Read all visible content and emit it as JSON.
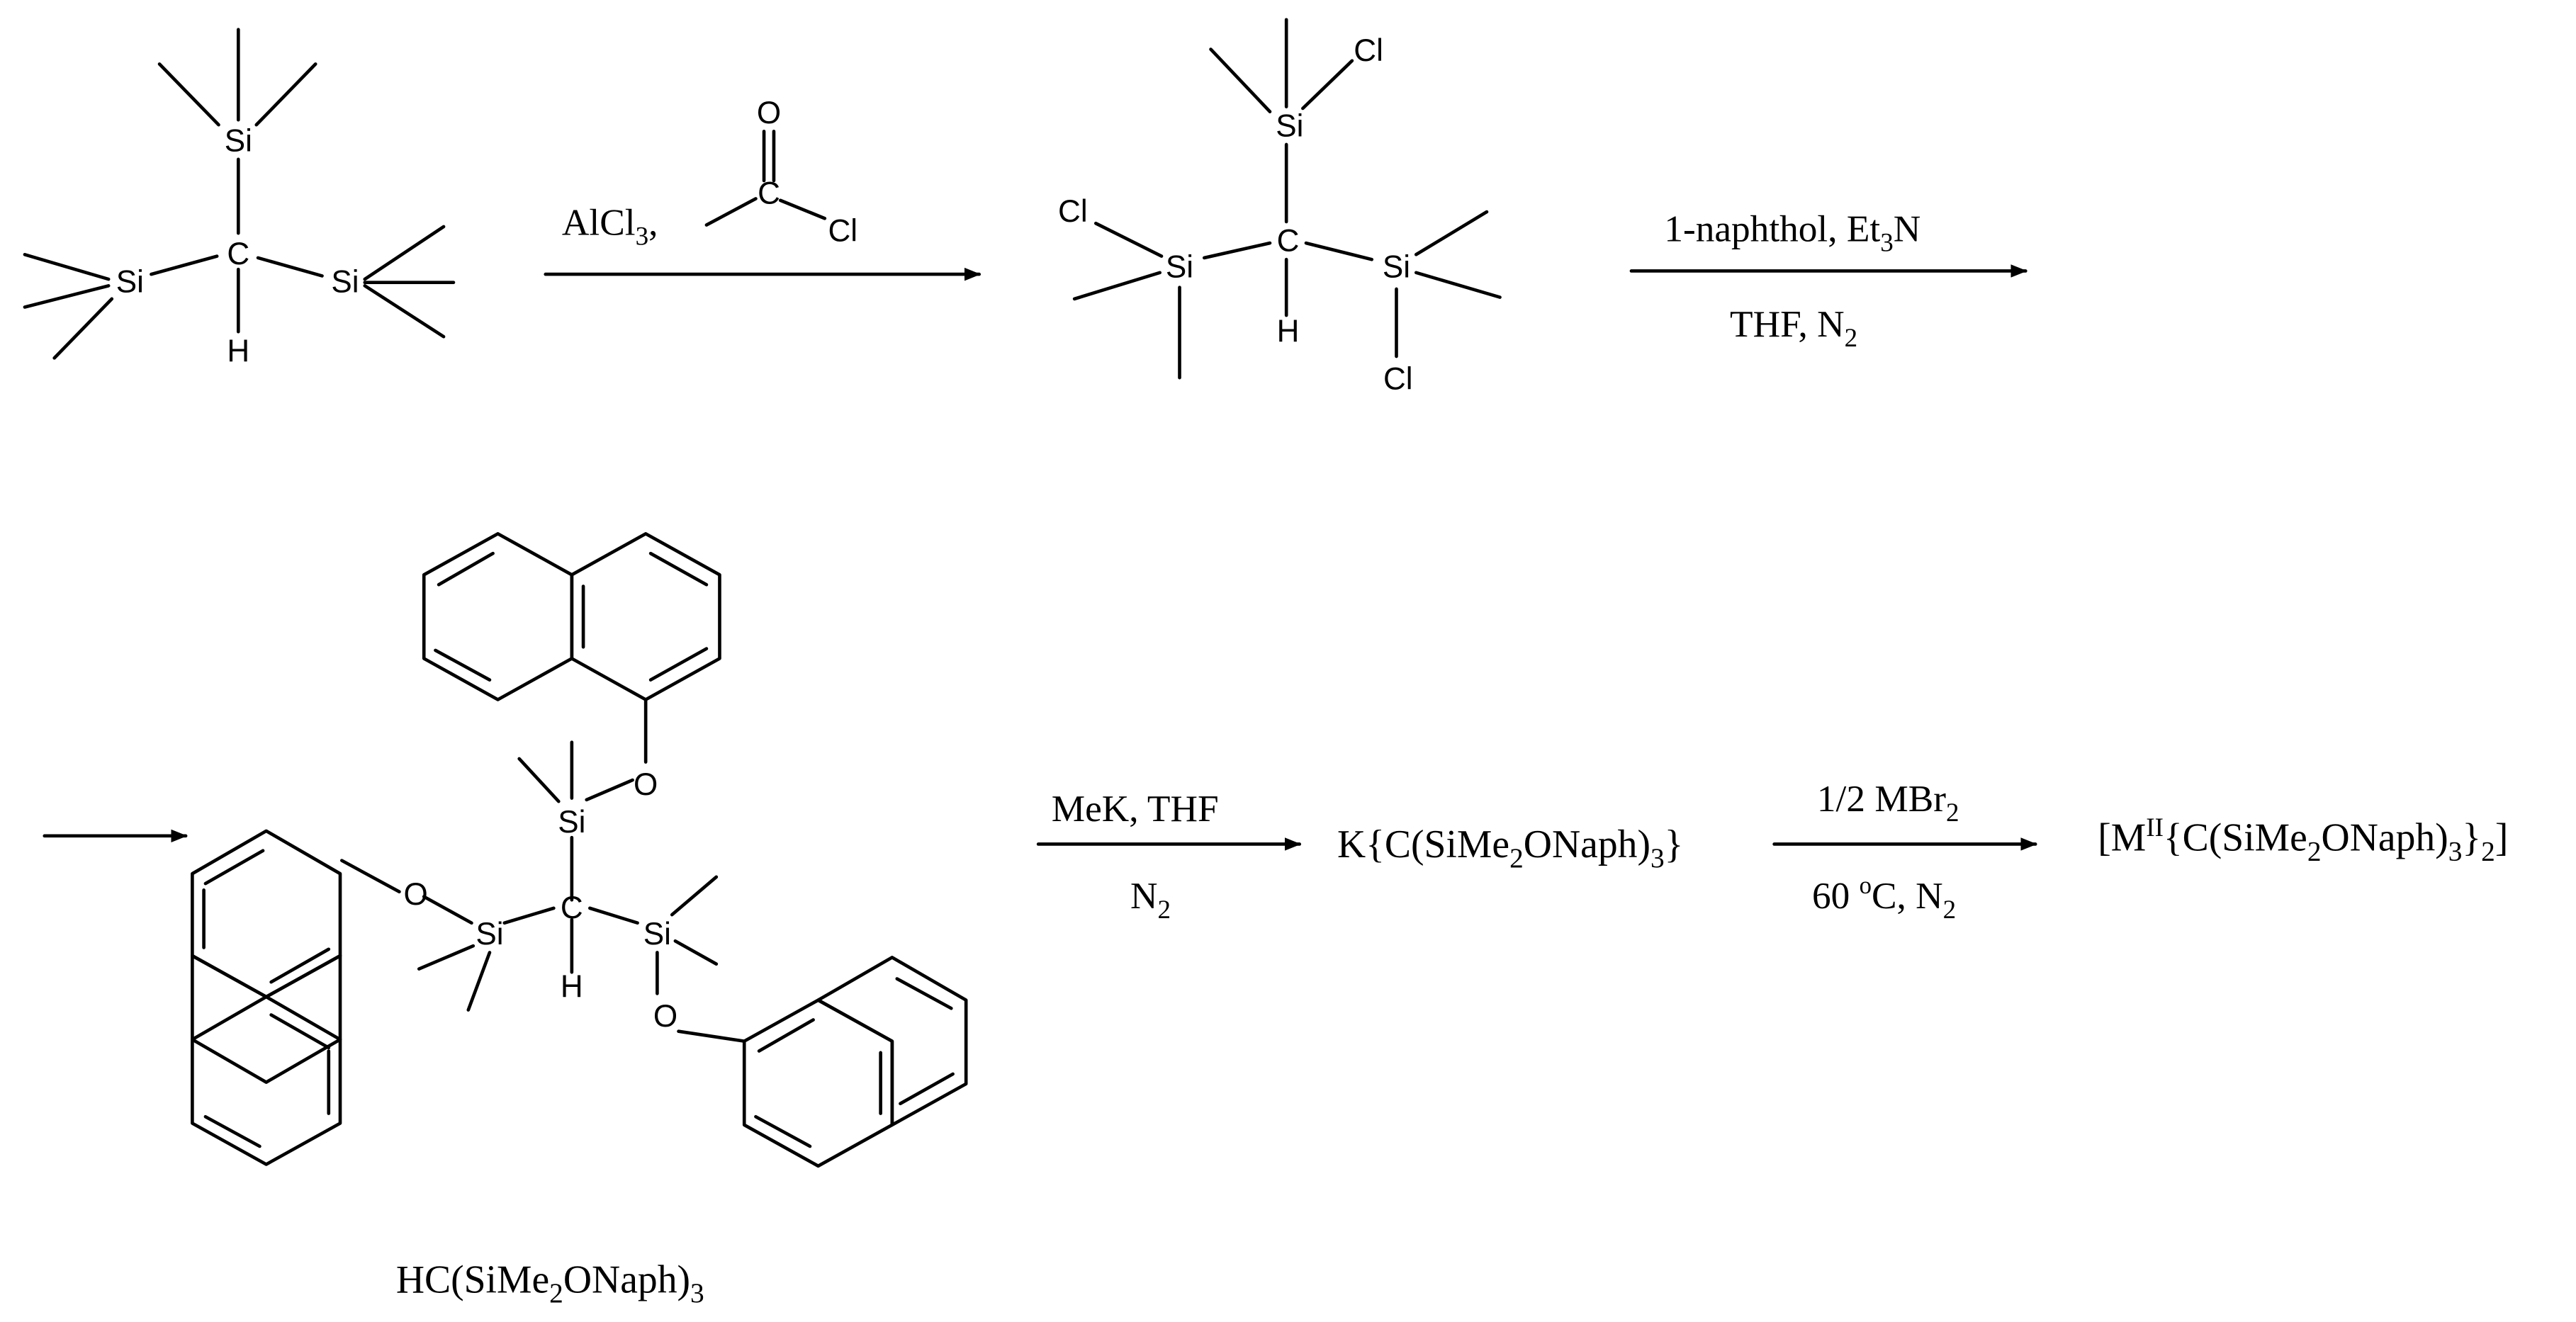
{
  "atoms": {
    "si": "Si",
    "c": "C",
    "h": "H",
    "cl": "Cl",
    "o": "O"
  },
  "arrows": {
    "arrow1_above": "AlCl",
    "arrow1_above_sub": "3",
    "arrow1_above_tail": ",",
    "arrow2_above": "1-naphthol, Et",
    "arrow2_above_sub": "3",
    "arrow2_above_tail": "N",
    "arrow2_below": "THF, N",
    "arrow2_below_sub": "2",
    "arrow4_above": "MeK, THF",
    "arrow4_below": "N",
    "arrow4_below_sub": "2",
    "arrow5_above": "1/2 MBr",
    "arrow5_above_sub": "2",
    "arrow5_below_pre": "60 ",
    "arrow5_below_sup": "o",
    "arrow5_below_post": "C, N",
    "arrow5_below_sub": "2"
  },
  "compounds": {
    "intermediate_name": {
      "pre": "HC(SiMe",
      "sub1": "2",
      "mid": "ONaph)",
      "sub2": "3"
    },
    "potassium_salt": {
      "pre": "K{C(SiMe",
      "sub1": "2",
      "mid": "ONaph)",
      "sub2": "3",
      "post": "}"
    },
    "metal_complex": {
      "pre": "[M",
      "sup": "II",
      "mid1": "{C(SiMe",
      "sub1": "2",
      "mid2": "ONaph)",
      "sub2": "3",
      "mid3": "}",
      "sub3": "2",
      "post": "]"
    }
  }
}
